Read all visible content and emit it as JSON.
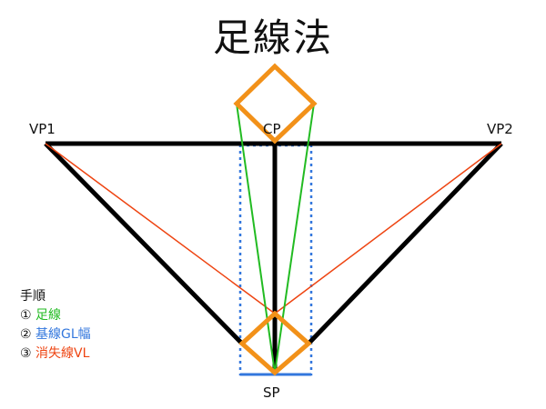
{
  "title": "足線法",
  "points": {
    "vp1": "VP1",
    "vp2": "VP2",
    "cp": "CP",
    "sp": "SP"
  },
  "legend": {
    "heading": "手順",
    "steps": [
      {
        "marker": "①",
        "text": "足線",
        "color": "#22bb22"
      },
      {
        "marker": "②",
        "text": "基線GL幅",
        "color": "#3377dd"
      },
      {
        "marker": "③",
        "text": "消失線VL",
        "color": "#ee4411"
      }
    ]
  },
  "colors": {
    "structure": "#000000",
    "square": "#f29119",
    "foot_lines": "#22bb22",
    "ground_line_width": "#3377dd",
    "vanishing_lines": "#ee4411"
  }
}
